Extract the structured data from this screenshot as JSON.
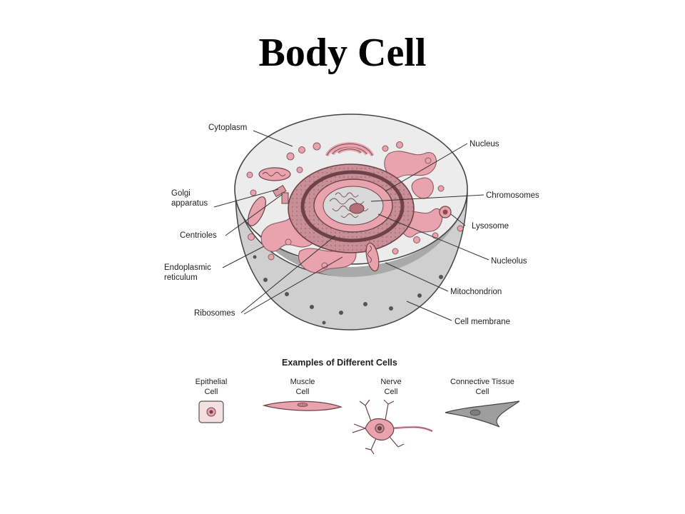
{
  "title": "Body Cell",
  "labels": {
    "cytoplasm": "Cytoplasm",
    "golgi_line1": "Golgi",
    "golgi_line2": "apparatus",
    "centrioles": "Centrioles",
    "er_line1": "Endoplasmic",
    "er_line2": "reticulum",
    "ribosomes": "Ribosomes",
    "nucleus": "Nucleus",
    "chromosomes": "Chromosomes",
    "lysosome": "Lysosome",
    "nucleolus": "Nucleolus",
    "mitochondrion": "Mitochondrion",
    "cell_membrane": "Cell membrane"
  },
  "examples": {
    "heading": "Examples of Different Cells",
    "epithelial_line1": "Epithelial",
    "epithelial_line2": "Cell",
    "muscle_line1": "Muscle",
    "muscle_line2": "Cell",
    "nerve_line1": "Nerve",
    "nerve_line2": "Cell",
    "connective_line1": "Connective Tissue",
    "connective_line2": "Cell"
  },
  "colors": {
    "organelle_pink": "#e8a3ad",
    "dark_pink": "#9a6b72",
    "cell_gray": "#e4e4e4",
    "shell_gray": "#c9c9c9"
  }
}
